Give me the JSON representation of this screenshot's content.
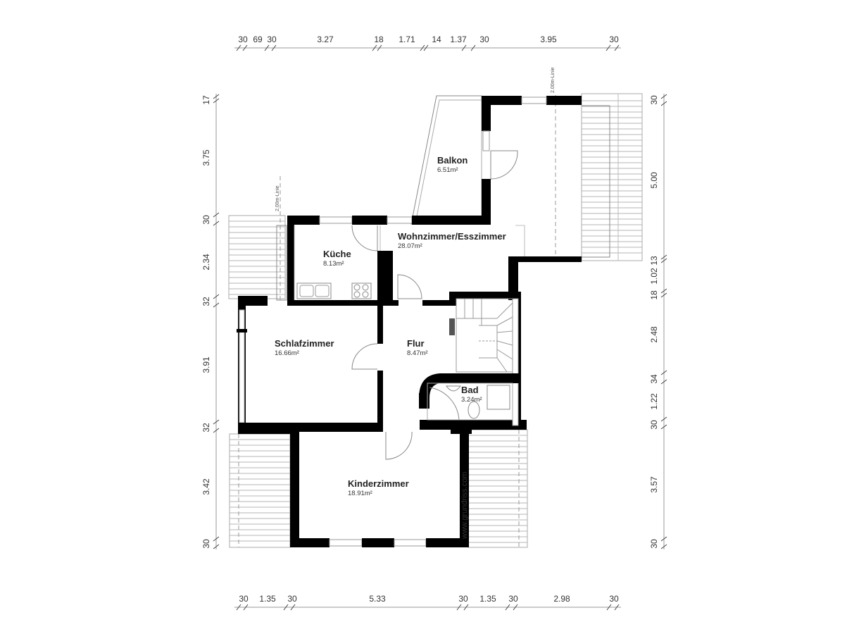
{
  "plan": {
    "watermark": "www.grundriss.com",
    "line_2m_label": "2.00m-Linie",
    "rooms": [
      {
        "id": "balkon",
        "name": "Balkon",
        "area": "6.51m²"
      },
      {
        "id": "kueche",
        "name": "Küche",
        "area": "8.13m²"
      },
      {
        "id": "wohnzimmer",
        "name": "Wohnzimmer/Esszimmer",
        "area": "28.07m²"
      },
      {
        "id": "schlafzimmer",
        "name": "Schlafzimmer",
        "area": "16.66m²"
      },
      {
        "id": "flur",
        "name": "Flur",
        "area": "8.47m²"
      },
      {
        "id": "bad",
        "name": "Bad",
        "area": "3.24m²"
      },
      {
        "id": "kinderzimmer",
        "name": "Kinderzimmer",
        "area": "18.91m²"
      }
    ]
  },
  "dimensions": {
    "top": [
      "30",
      "69",
      "30",
      "3.27",
      "18",
      "1.71",
      "14",
      "1.37",
      "30",
      "3.95",
      "30"
    ],
    "bottom": [
      "30",
      "1.35",
      "30",
      "5.33",
      "30",
      "1.35",
      "30",
      "2.98",
      "30"
    ],
    "left": [
      "17",
      "3.75",
      "30",
      "2.34",
      "32",
      "3.91",
      "32",
      "3.42",
      "30"
    ],
    "right": [
      "30",
      "5.00",
      "13",
      "1.02",
      "18",
      "2.48",
      "34",
      "1.22",
      "30",
      "3.57",
      "30"
    ]
  }
}
